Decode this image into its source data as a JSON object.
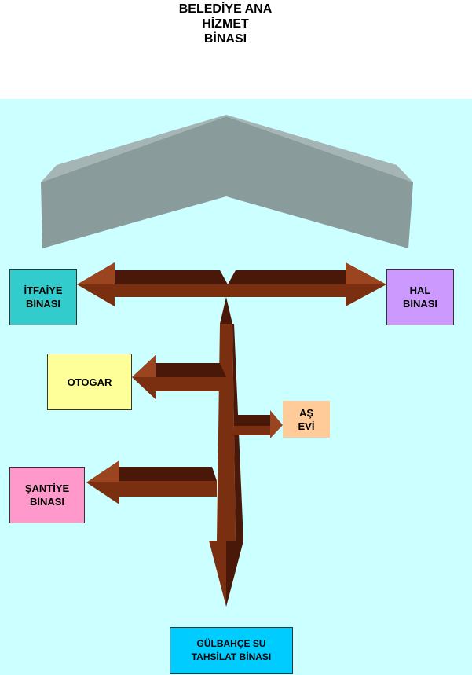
{
  "title": "BELEDİYE ANA\nHİZMET\nBİNASI",
  "colors": {
    "background": "#ccffff",
    "building": "#8a9b9b",
    "arrow": "#6b2a0e",
    "arrow_shadow": "#3f1505"
  },
  "buildings": [
    {
      "id": "itfaiye",
      "label": "İTFAİYE\nBİNASI",
      "color": "#33cccc"
    },
    {
      "id": "hal",
      "label": "HAL\nBİNASI",
      "color": "#cc99ff"
    },
    {
      "id": "otogar",
      "label": "OTOGAR",
      "color": "#ffff99"
    },
    {
      "id": "as-evi",
      "label": "AŞ\nEVİ",
      "color": "#ffcc99"
    },
    {
      "id": "santiye",
      "label": "ŞANTİYE\nBİNASI",
      "color": "#ff99cc"
    },
    {
      "id": "gulbahce",
      "label": "GÜLBAHÇE SU\nTAHSİLAT BİNASI",
      "color": "#00ccff"
    }
  ]
}
